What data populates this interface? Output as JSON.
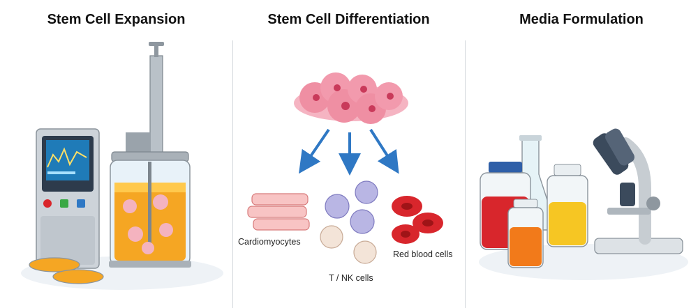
{
  "panels": [
    {
      "title": "Stem Cell Expansion"
    },
    {
      "title": "Stem Cell Differentiation",
      "labels": {
        "cardio": "Cardiomyocytes",
        "tnk": "T / NK cells",
        "rbc": "Red blood cells"
      }
    },
    {
      "title": "Media Formulation"
    }
  ],
  "icons": [
    "bioreactor-icon",
    "petri-dish-icon",
    "stem-cell-cluster-icon",
    "arrow-down-icon",
    "cardiomyocyte-icon",
    "t-nk-cell-icon",
    "red-blood-cell-icon",
    "media-bottle-icon",
    "flask-icon",
    "microscope-icon"
  ],
  "colors": {
    "accent_blue": "#2f78c4",
    "cell_pink": "#ef8fa3",
    "media_orange": "#f5a623",
    "rbc_red": "#d8262c"
  }
}
